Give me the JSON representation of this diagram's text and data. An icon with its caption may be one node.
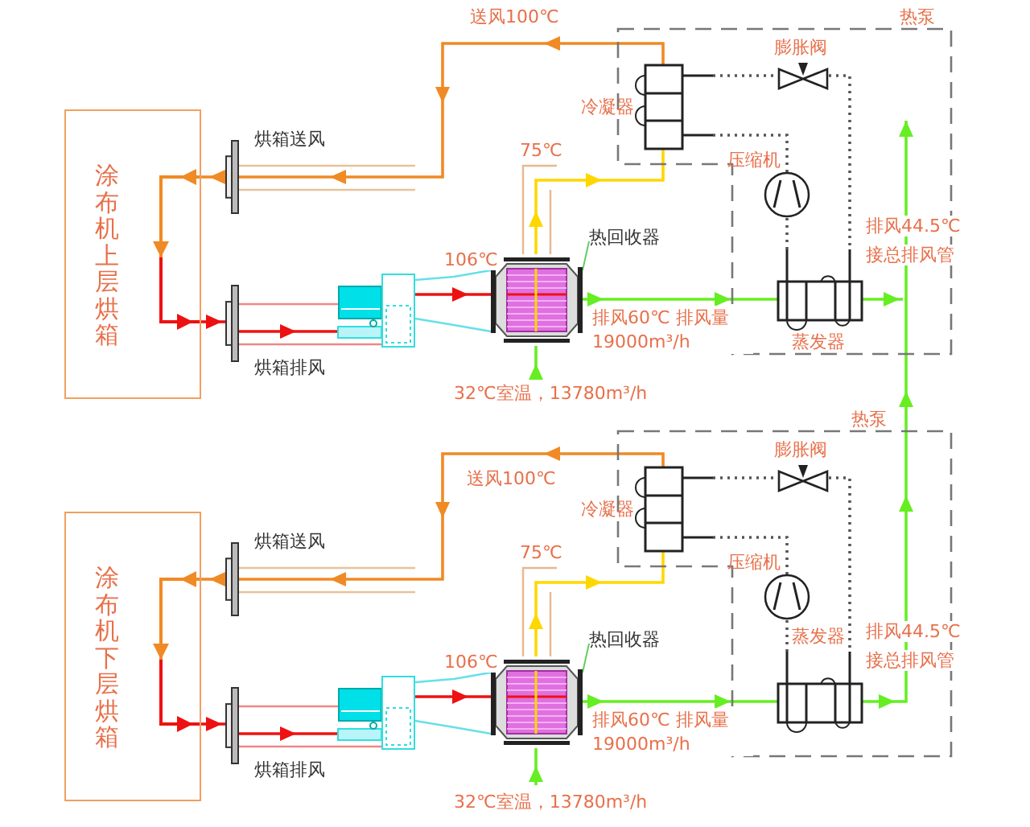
{
  "diagram": {
    "nodes": [
      {
        "text": [
          "涂布机上层烘箱"
        ]
      },
      {
        "text": [],
        "shape": "bar",
        "beside": [
          "烘箱送风"
        ]
      },
      {
        "text": [],
        "shape": "bar",
        "beside": [
          "烘箱排风"
        ]
      },
      {
        "text": [],
        "shape": "fan"
      },
      {
        "text": [],
        "shape": "box"
      },
      {
        "text": [
          "热回收器"
        ]
      },
      {
        "text": [
          "热泵"
        ]
      },
      {
        "text": [],
        "shape": "coil",
        "beside": [
          "冷凝器"
        ],
        "in": 6
      },
      {
        "text": [],
        "shape": "valve",
        "beside": [
          "膨胀阀"
        ],
        "in": 6
      },
      {
        "text": [],
        "shape": "circle",
        "beside": [
          "压缩机"
        ],
        "in": 6
      },
      {
        "text": [],
        "shape": "coil",
        "beside": [
          "蒸发器"
        ],
        "in": 6
      },
      {
        "text": [
          "涂布机下层烘箱"
        ]
      },
      {
        "text": [],
        "shape": "bar",
        "beside": [
          "烘箱送风"
        ]
      },
      {
        "text": [],
        "shape": "bar",
        "beside": [
          "烘箱排风"
        ]
      },
      {
        "text": [],
        "shape": "fan"
      },
      {
        "text": [],
        "shape": "box"
      },
      {
        "text": [
          "热回收器"
        ]
      },
      {
        "text": [
          "热泵"
        ]
      },
      {
        "text": [],
        "shape": "coil",
        "beside": [
          "冷凝器"
        ],
        "in": 17
      },
      {
        "text": [],
        "shape": "valve",
        "beside": [
          "膨胀阀"
        ],
        "in": 17
      },
      {
        "text": [],
        "shape": "circle",
        "beside": [
          "压缩机"
        ],
        "in": 17
      },
      {
        "text": [],
        "shape": "coil",
        "beside": [
          "蒸发器"
        ],
        "in": 17
      }
    ],
    "edges": [
      {
        "from": 7,
        "to": 1,
        "arrow": "to",
        "label": "送风100℃",
        "color": "#f08a24"
      },
      {
        "from": 1,
        "to": 0,
        "arrow": "to",
        "color": "#f08a24"
      },
      {
        "from": 0,
        "to": 2,
        "arrow": "to",
        "color": "#ee1111"
      },
      {
        "from": 2,
        "to": 3,
        "arrow": "to",
        "color": "#ee1111"
      },
      {
        "from": 3,
        "to": 4,
        "arrow": "to",
        "label": "106℃",
        "color": "#ee1111"
      },
      {
        "from": null,
        "to": 4,
        "arrow": "to",
        "label": "32℃室温，13780m³/h",
        "color": "#66ee22"
      },
      {
        "from": 4,
        "to": 7,
        "arrow": "to",
        "label": "75℃",
        "color": "#ffd700"
      },
      {
        "from": 4,
        "to": 10,
        "arrow": "to",
        "label": "排风60℃ 排风量19000m³/h",
        "color": "#66ee22"
      },
      {
        "from": 10,
        "to": null,
        "arrow": "to",
        "color": "#66ee22"
      },
      {
        "from": 5,
        "to": 4,
        "arrow": "none",
        "color": "#66cc66"
      },
      {
        "from": 7,
        "to": 8,
        "arrow": "none",
        "style": "dashed",
        "color": "#555555"
      },
      {
        "from": 8,
        "to": 10,
        "arrow": "none",
        "style": "dashed",
        "color": "#555555"
      },
      {
        "from": 10,
        "to": 9,
        "arrow": "none",
        "style": "dashed",
        "color": "#555555"
      },
      {
        "from": 9,
        "to": 7,
        "arrow": "none",
        "style": "dashed",
        "color": "#555555"
      },
      {
        "from": 18,
        "to": 12,
        "arrow": "to",
        "label": "送风100℃",
        "color": "#f08a24"
      },
      {
        "from": 12,
        "to": 11,
        "arrow": "to",
        "color": "#f08a24"
      },
      {
        "from": 11,
        "to": 13,
        "arrow": "to",
        "color": "#ee1111"
      },
      {
        "from": 13,
        "to": 14,
        "arrow": "to",
        "color": "#ee1111"
      },
      {
        "from": 14,
        "to": 15,
        "arrow": "to",
        "label": "106℃",
        "color": "#ee1111"
      },
      {
        "from": null,
        "to": 15,
        "arrow": "to",
        "label": "32℃室温，13780m³/h",
        "color": "#66ee22"
      },
      {
        "from": 15,
        "to": 18,
        "arrow": "to",
        "label": "75℃",
        "color": "#ffd700"
      },
      {
        "from": 15,
        "to": 21,
        "arrow": "to",
        "label": "排风60℃ 排风量19000m³/h",
        "color": "#66ee22"
      },
      {
        "from": 21,
        "to": null,
        "arrow": "to",
        "color": "#66ee22"
      },
      {
        "from": 16,
        "to": 15,
        "arrow": "none",
        "color": "#66cc66"
      },
      {
        "from": 18,
        "to": 19,
        "arrow": "none",
        "style": "dashed",
        "color": "#555555"
      },
      {
        "from": 19,
        "to": 21,
        "arrow": "none",
        "style": "dashed",
        "color": "#555555"
      },
      {
        "from": 21,
        "to": 20,
        "arrow": "none",
        "style": "dashed",
        "color": "#555555"
      },
      {
        "from": 20,
        "to": 18,
        "arrow": "none",
        "style": "dashed",
        "color": "#555555"
      }
    ],
    "labels": [
      "排风44.5℃",
      "接总排风管",
      "排风44.5℃",
      "接总排风管"
    ]
  }
}
